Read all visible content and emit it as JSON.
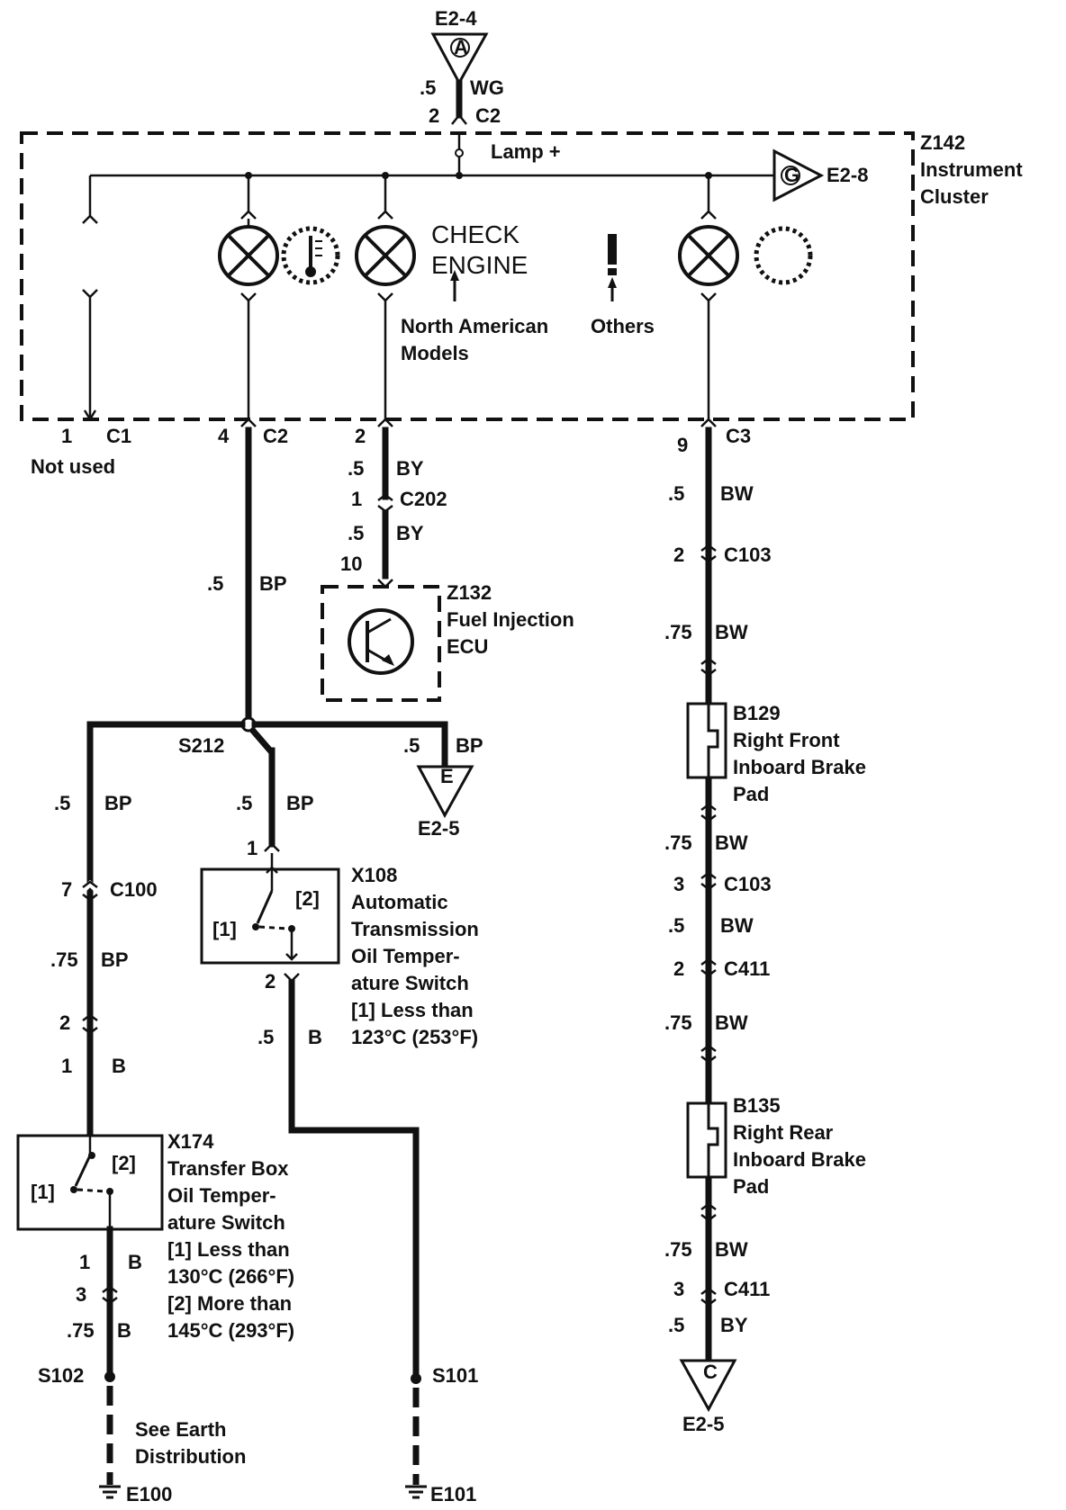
{
  "refs": {
    "e2_4": "E2-4",
    "e2_8": "E2-8",
    "e2_5a": "E2-5",
    "e2_5b": "E2-5",
    "tri_a": "A",
    "tri_g": "G",
    "tri_e": "E",
    "tri_c": "C"
  },
  "cluster": {
    "id": "Z142",
    "name1": "Instrument",
    "name2": "Cluster",
    "lamp": "Lamp +",
    "check1": "CHECK",
    "check2": "ENGINE",
    "na1": "North American",
    "na2": "Models",
    "others": "Others",
    "not_used": "Not used"
  },
  "ecu": {
    "id": "Z132",
    "line1": "Fuel Injection",
    "line2": "ECU"
  },
  "x108": {
    "id": "X108",
    "l1": "Automatic",
    "l2": "Transmission",
    "l3": "Oil Temper-",
    "l4": "ature Switch",
    "l5": "[1]  Less than",
    "l6": "123°C (253°F)",
    "s1": "[1]",
    "s2": "[2]"
  },
  "x174": {
    "id": "X174",
    "l1": "Transfer Box",
    "l2": "Oil Temper-",
    "l3": "ature Switch",
    "l4": "[1]  Less than",
    "l5": "130°C (266°F)",
    "l6": "[2]  More than",
    "l7": "145°C (293°F)",
    "s1": "[1]",
    "s2": "[2]"
  },
  "b129": {
    "id": "B129",
    "l1": "Right Front",
    "l2": "Inboard Brake",
    "l3": "Pad"
  },
  "b135": {
    "id": "B135",
    "l1": "Right Rear",
    "l2": "Inboard Brake",
    "l3": "Pad"
  },
  "earth": {
    "l1": "See Earth",
    "l2": "Distribution",
    "e100": "E100",
    "e101": "E101",
    "s101": "S101",
    "s102": "S102",
    "s212": "S212"
  },
  "labels": {
    "top_size": ".5",
    "top_col": "WG",
    "top_pin": "2",
    "top_conn": "C2",
    "p1": "1",
    "c1": "C1",
    "p4": "4",
    "c2": "C2",
    "p2": "2",
    "p9": "9",
    "c3": "C3",
    "by1s": ".5",
    "by1": "BY",
    "c202p": "1",
    "c202": "C202",
    "by2s": ".5",
    "by2": "BY",
    "p10": "10",
    "bp_main_s": ".5",
    "bp_main": "BP",
    "bp_e_s": ".5",
    "bp_e": "BP",
    "bp_l_s": ".5",
    "bp_l": "BP",
    "bp_m_s": ".5",
    "bp_m": "BP",
    "c100p": "7",
    "c100": "C100",
    "bp75s": ".75",
    "bp75": "BP",
    "p2b": "2",
    "p1b": "1",
    "b1": "B",
    "x108p1": "1",
    "x108p2": "2",
    "b5s": ".5",
    "b5": "B",
    "x174p1": "1",
    "x174b": "B",
    "p3": "3",
    "b75s": ".75",
    "b75": "B",
    "bw1s": ".5",
    "bw1": "BW",
    "c103ap": "2",
    "c103a": "C103",
    "bw2s": ".75",
    "bw2": "BW",
    "bw3s": ".75",
    "bw3": "BW",
    "c103bp": "3",
    "c103b": "C103",
    "bw4s": ".5",
    "bw4": "BW",
    "c411ap": "2",
    "c411a": "C411",
    "bw5s": ".75",
    "bw5": "BW",
    "bw6s": ".75",
    "bw6": "BW",
    "c411bp": "3",
    "c411b": "C411",
    "bys": ".5",
    "by": "BY"
  }
}
